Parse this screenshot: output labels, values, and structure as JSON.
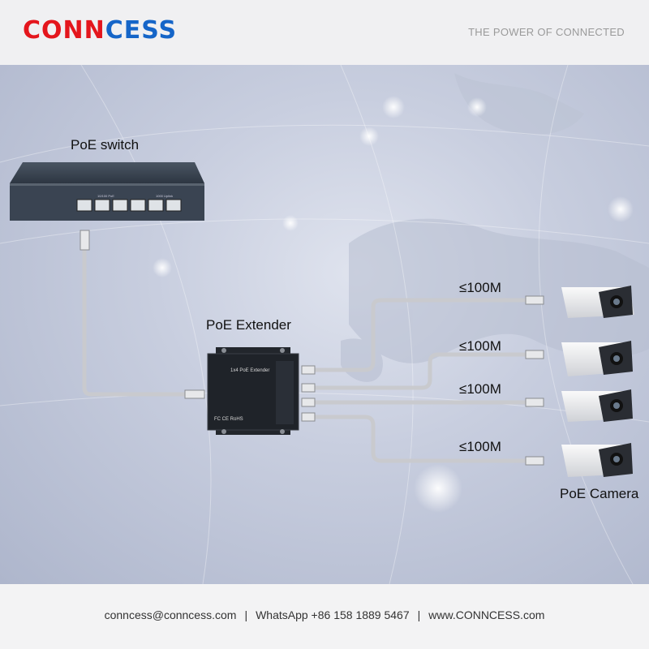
{
  "header": {
    "brand_part1": "CONN",
    "brand_part2": "CESS",
    "tagline": "THE POWER OF CONNECTED"
  },
  "diagram": {
    "switch_label": "PoE switch",
    "extender_label": "PoE Extender",
    "camera_label": "PoE Camera",
    "device_text": "1x4 PoE Extender",
    "device_marks": "FC CE RoHS",
    "switch_port_text_1": "10/100 PoE",
    "switch_port_text_2": "1000 Uplink",
    "distances": [
      "≤100M",
      "≤100M",
      "≤100M",
      "≤100M"
    ]
  },
  "footer": {
    "email": "conncess@conncess.com",
    "whatsapp": "WhatsApp +86 158 1889 5467",
    "website": "www.CONNCESS.com",
    "separator": "|"
  },
  "colors": {
    "brand_red": "#e4161d",
    "brand_blue": "#1565c8",
    "cable": "#c9cace"
  }
}
